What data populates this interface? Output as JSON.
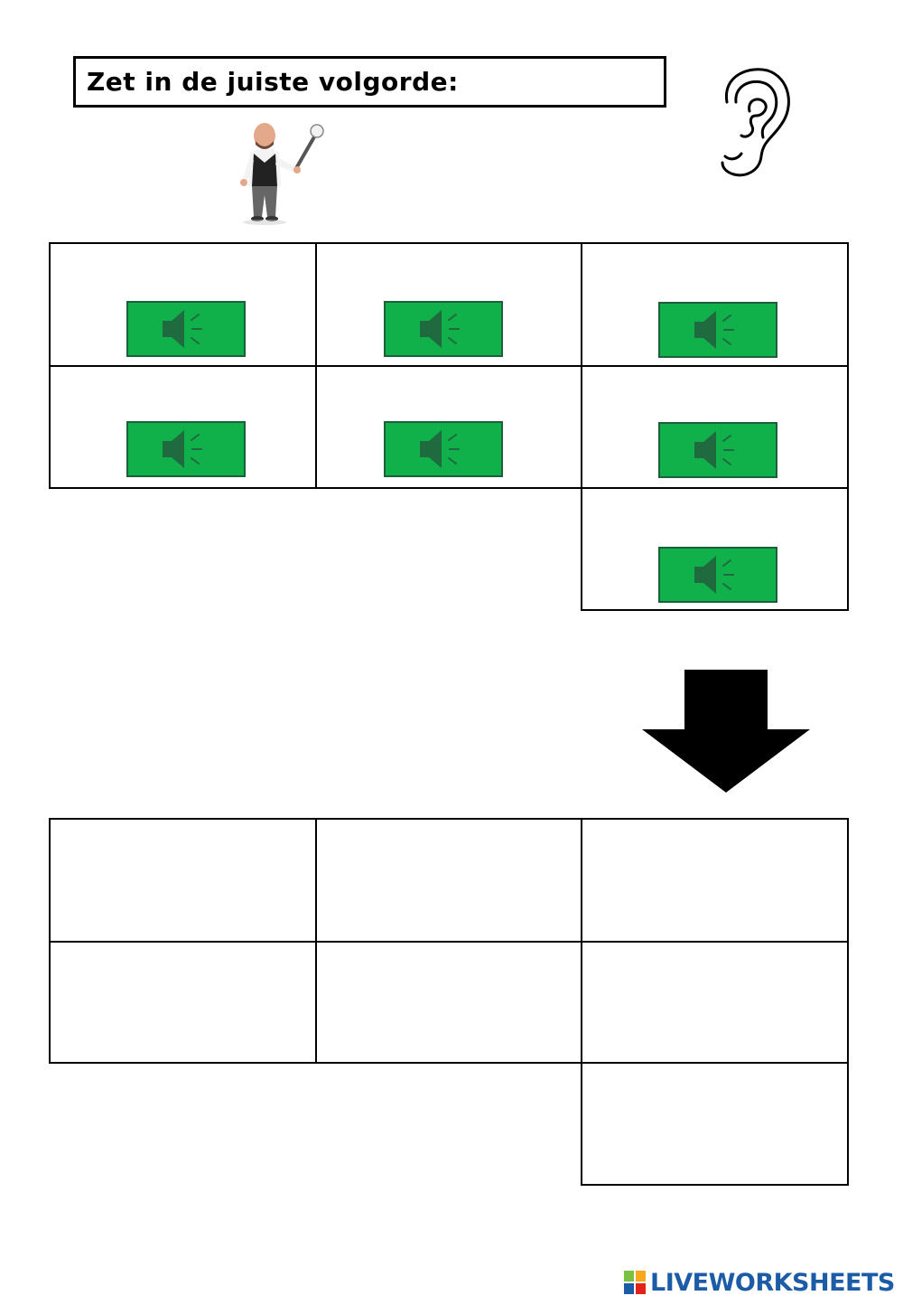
{
  "worksheet": {
    "title": "Zet in de juiste volgorde:"
  },
  "icons": {
    "teacher": "teacher-pointer-icon",
    "ear": "ear-icon",
    "speaker": "speaker-icon",
    "arrow": "arrow-down-icon"
  },
  "colors": {
    "audio_button": "#10b04b",
    "audio_button_border": "#1d5f3a",
    "speaker_glyph": "#1f6a3e",
    "logo_text": "#1c5ca6"
  },
  "audio_buttons": [
    {
      "id": 1
    },
    {
      "id": 2
    },
    {
      "id": 3
    },
    {
      "id": 4
    },
    {
      "id": 5
    },
    {
      "id": 6
    },
    {
      "id": 7
    }
  ],
  "answer_slots": [
    {
      "id": 1
    },
    {
      "id": 2
    },
    {
      "id": 3
    },
    {
      "id": 4
    },
    {
      "id": 5
    },
    {
      "id": 6
    },
    {
      "id": 7
    }
  ],
  "footer": {
    "brand": "LIVEWORKSHEETS"
  }
}
